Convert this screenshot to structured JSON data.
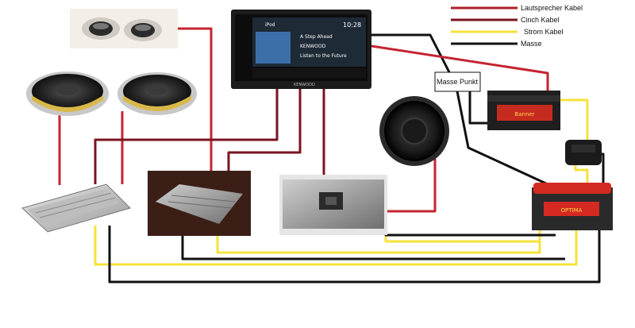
{
  "legend": [
    {
      "label": "Lautsprecher Kabel",
      "color": "#b0202a"
    },
    {
      "label": "Cinch Kabel",
      "color": "#7a1420"
    },
    {
      "label": "Strom Kabel",
      "color": "#f5e23a"
    },
    {
      "label": "Masse",
      "color": "#111111"
    }
  ],
  "ground_point": {
    "label": "Masse Punkt"
  },
  "head_unit": {
    "clock": "10:28",
    "source": "iPod",
    "tracks": [
      "A Step Ahead",
      "KENWOOD",
      "Listen to the Future"
    ],
    "brand": "KENWOOD"
  },
  "battery_labels": {
    "small": "Banner",
    "main": "OPTIMA"
  },
  "components": {
    "tweeters": "tweeter-pair",
    "midrange_left": "midrange-speaker",
    "midrange_right": "midrange-speaker",
    "subwoofer": "subwoofer",
    "amp_left": "amplifier",
    "amp_center": "amplifier",
    "amp_right": "amplifier",
    "fuse": "fuse-block"
  }
}
